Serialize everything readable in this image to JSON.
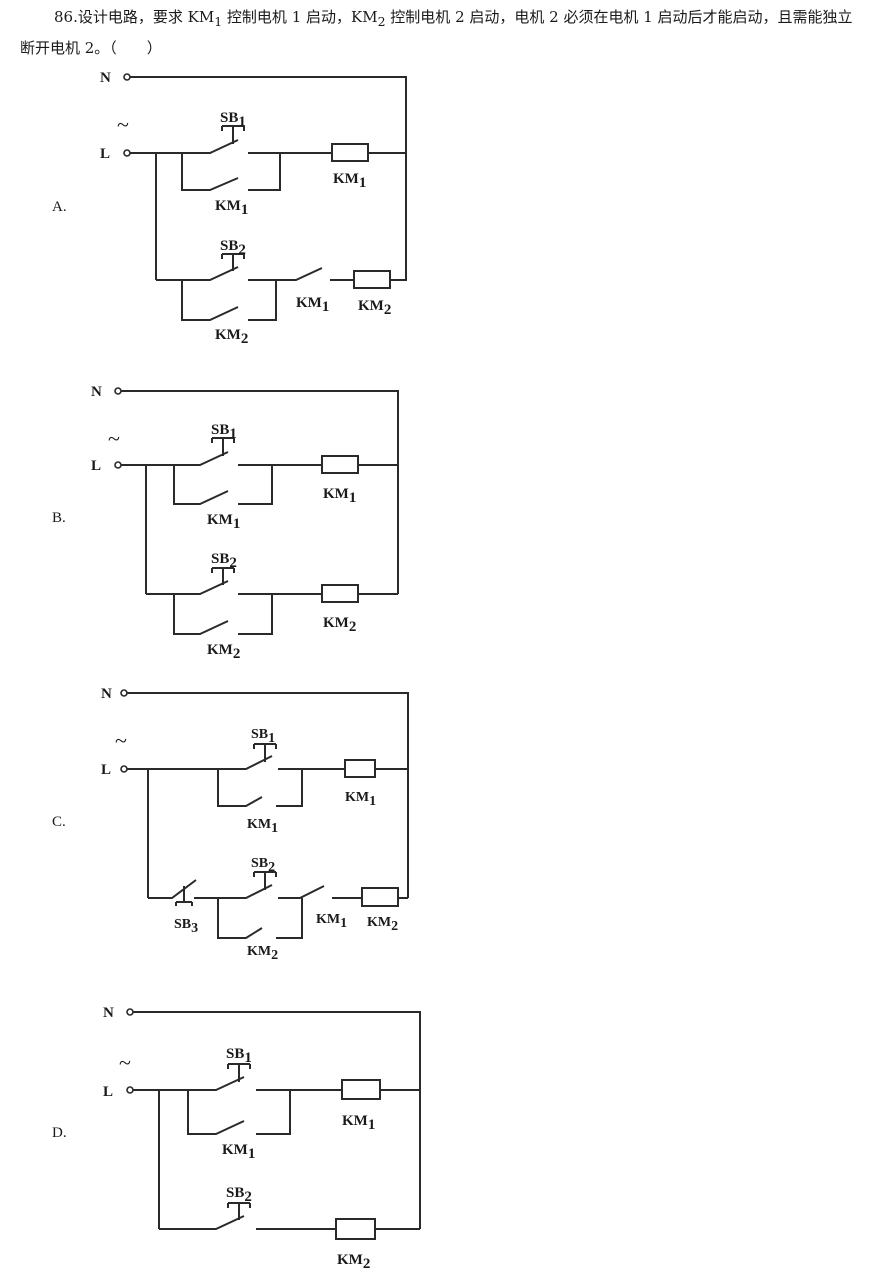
{
  "question": {
    "number": "86.",
    "text_parts": [
      "设计电路，要求 KM",
      "1",
      " 控制电机 1 启动，KM",
      "2",
      " 控制电机 2 启动，电机 2 必须在电机 1 启动后才能启动，且需能独立断开电机 2。（　　）"
    ]
  },
  "options": [
    {
      "letter": "A.",
      "neutral": "N",
      "live": "L",
      "ac_symbol": "~",
      "components": {
        "sb1": [
          "SB",
          "1"
        ],
        "km1_contact": [
          "KM",
          "1"
        ],
        "km1_coil": [
          "KM",
          "1"
        ],
        "sb2": [
          "SB",
          "2"
        ],
        "km2_contact": [
          "KM",
          "2"
        ],
        "km1_series": [
          "KM",
          "1"
        ],
        "km2_coil": [
          "KM",
          "2"
        ]
      }
    },
    {
      "letter": "B.",
      "neutral": "N",
      "live": "L",
      "ac_symbol": "~",
      "components": {
        "sb1": [
          "SB",
          "1"
        ],
        "km1_contact": [
          "KM",
          "1"
        ],
        "km1_coil": [
          "KM",
          "1"
        ],
        "sb2": [
          "SB",
          "2"
        ],
        "km2_contact": [
          "KM",
          "2"
        ],
        "km2_coil": [
          "KM",
          "2"
        ]
      }
    },
    {
      "letter": "C.",
      "neutral": "N",
      "live": "L",
      "ac_symbol": "~",
      "components": {
        "sb1": [
          "SB",
          "1"
        ],
        "km1_contact": [
          "KM",
          "1"
        ],
        "km1_coil": [
          "KM",
          "1"
        ],
        "sb3": [
          "SB",
          "3"
        ],
        "sb2": [
          "SB",
          "2"
        ],
        "km2_contact": [
          "KM",
          "2"
        ],
        "km1_series": [
          "KM",
          "1"
        ],
        "km2_coil": [
          "KM",
          "2"
        ]
      }
    },
    {
      "letter": "D.",
      "neutral": "N",
      "live": "L",
      "ac_symbol": "~",
      "components": {
        "sb1": [
          "SB",
          "1"
        ],
        "km1_contact": [
          "KM",
          "1"
        ],
        "km1_coil": [
          "KM",
          "1"
        ],
        "sb2": [
          "SB",
          "2"
        ],
        "km2_coil": [
          "KM",
          "2"
        ]
      }
    }
  ]
}
